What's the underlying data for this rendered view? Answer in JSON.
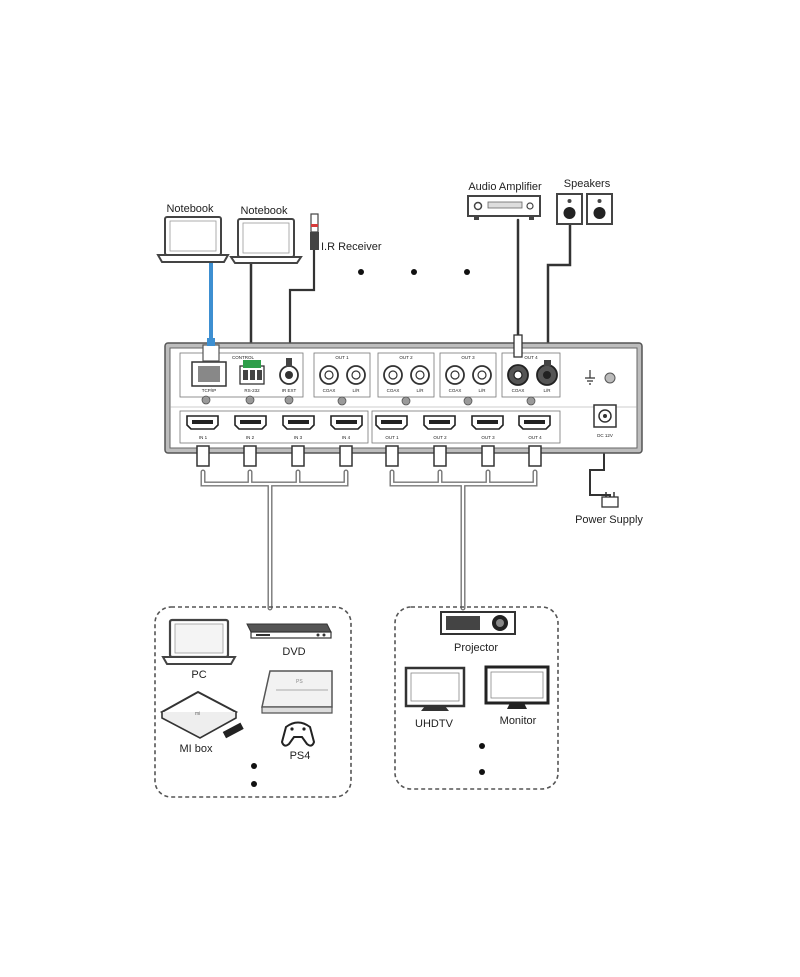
{
  "top_devices": {
    "notebook_1": "Notebook",
    "notebook_2": "Notebook",
    "ir_receiver": "I.R Receiver",
    "audio_amplifier": "Audio Amplifier",
    "speakers": "Speakers"
  },
  "matrix": {
    "ports_top": {
      "tcp_ip": "TCP/IP",
      "control": "CONTROL",
      "rs232": "RS-232",
      "ir_ext": "IR EXT",
      "out_groups": [
        {
          "name": "OUT 1",
          "coax": "COAX",
          "lr": "L/R"
        },
        {
          "name": "OUT 2",
          "coax": "COAX",
          "lr": "L/R"
        },
        {
          "name": "OUT 3",
          "coax": "COAX",
          "lr": "L/R"
        },
        {
          "name": "OUT 4",
          "coax": "COAX",
          "lr": "L/R"
        }
      ]
    },
    "hdmi_inputs": [
      "IN 1",
      "IN 2",
      "IN 3",
      "IN 4"
    ],
    "hdmi_outputs": [
      "OUT 1",
      "OUT 2",
      "OUT 3",
      "OUT 4"
    ],
    "dc_label": "DC 12V"
  },
  "power_supply": "Power Supply",
  "sources": {
    "pc": "PC",
    "dvd": "DVD",
    "mi_box": "MI box",
    "ps4": "PS4"
  },
  "displays": {
    "projector": "Projector",
    "uhdtv": "UHDTV",
    "monitor": "Monitor"
  },
  "colors": {
    "lan_cable": "#3d8fd1",
    "ir_red": "#d63b3b",
    "terminal_green": "#2e9e4a"
  }
}
